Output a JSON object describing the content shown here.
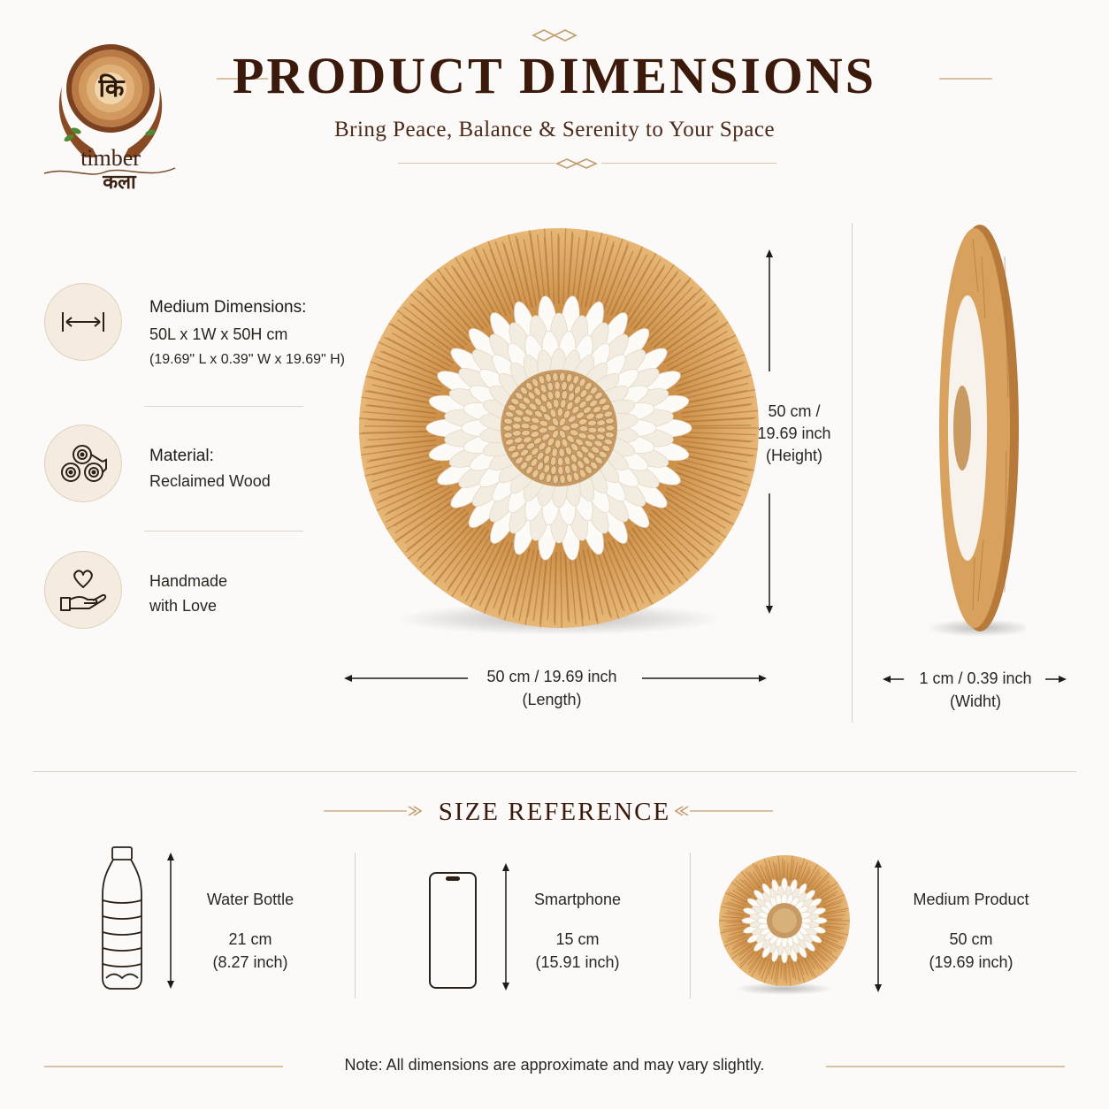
{
  "brand": {
    "name_latin": "timber",
    "name_devanagari": "कला",
    "monogram": "कि"
  },
  "header": {
    "title": "PRODUCT DIMENSIONS",
    "subtitle": "Bring Peace, Balance & Serenity to Your Space"
  },
  "features": [
    {
      "icon": "width-arrows-icon",
      "title": "Medium Dimensions:",
      "line1": "50L x 1W x 50H cm",
      "line2": "(19.69\" L x 0.39\" W x 19.69\" H)"
    },
    {
      "icon": "wood-logs-icon",
      "title": "Material:",
      "line1": "Reclaimed Wood"
    },
    {
      "icon": "heart-hand-icon",
      "title": "Handmade",
      "line1": "with Love"
    }
  ],
  "dimensions": {
    "height": {
      "value": "50 cm /",
      "value2": "19.69 inch",
      "label": "(Height)"
    },
    "length": {
      "value": "50 cm / 19.69 inch",
      "label": "(Length)"
    },
    "width": {
      "value": "1 cm / 0.39 inch",
      "label": "(Widht)"
    }
  },
  "size_reference": {
    "title": "SIZE REFERENCE",
    "items": [
      {
        "icon": "water-bottle-icon",
        "name": "Water Bottle",
        "value": "21 cm",
        "value2": "(8.27 inch)"
      },
      {
        "icon": "smartphone-icon",
        "name": "Smartphone",
        "value": "15 cm",
        "value2": "(15.91 inch)"
      },
      {
        "icon": "product-thumbnail",
        "name": "Medium Product",
        "value": "50 cm",
        "value2": "(19.69 inch)"
      }
    ]
  },
  "note": "Note: All dimensions are approximate and may vary slightly.",
  "colors": {
    "accent": "#c49b6e",
    "title": "#3b1a0c",
    "straw": "#d9a25c",
    "petal": "#fbf8f2"
  }
}
